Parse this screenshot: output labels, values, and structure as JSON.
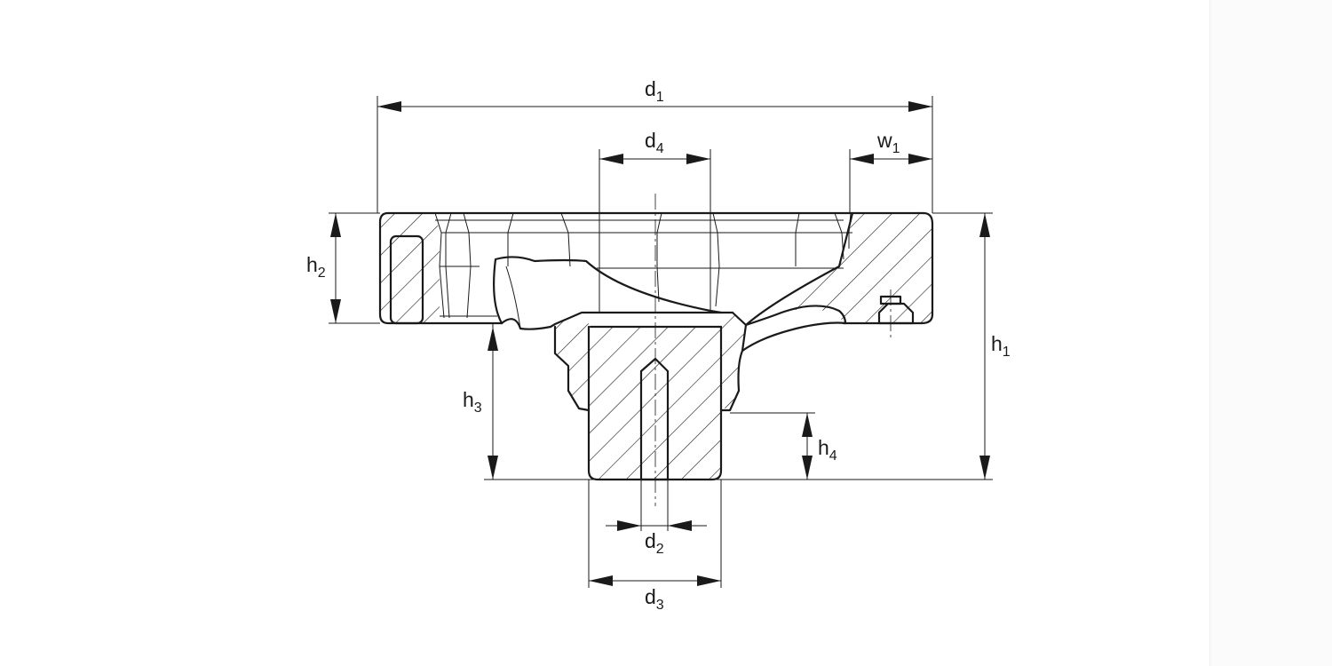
{
  "dimensions": [
    {
      "id": "d1",
      "base": "d",
      "sub": "1"
    },
    {
      "id": "d4",
      "base": "d",
      "sub": "4"
    },
    {
      "id": "w1",
      "base": "w",
      "sub": "1"
    },
    {
      "id": "h2",
      "base": "h",
      "sub": "2"
    },
    {
      "id": "h1",
      "base": "h",
      "sub": "1"
    },
    {
      "id": "h3",
      "base": "h",
      "sub": "3"
    },
    {
      "id": "h4",
      "base": "h",
      "sub": "4"
    },
    {
      "id": "d2",
      "base": "d",
      "sub": "2"
    },
    {
      "id": "d3",
      "base": "d",
      "sub": "3"
    }
  ],
  "colors": {
    "line": "#1a1a1a",
    "background": "#ffffff"
  }
}
